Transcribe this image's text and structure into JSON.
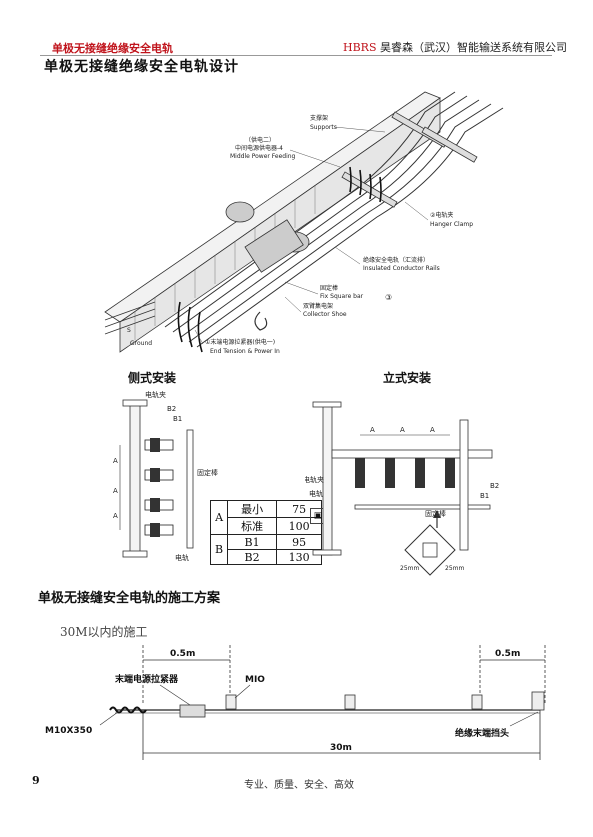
{
  "header": {
    "left": "单极无接缝绝缘安全电轨",
    "brand": "HBRS",
    "company": "昊睿森（武汉）智能输送系统有限公司"
  },
  "page_title": "单极无接缝绝缘安全电轨设计",
  "diagram": {
    "labels": {
      "supports_cn": "支撑架",
      "supports_en": "Supports",
      "mid_feed_cn": "（供电二）",
      "mid_feed_cn2": "中间电源供电器-4",
      "mid_feed_en": "Middle Power Feeding",
      "clamp_cn": "②电轨夹",
      "clamp_en": "Hanger Clamp",
      "rails_cn": "绝缘安全电轨（汇流排）",
      "rails_en": "Insulated Conductor Rails",
      "bar_cn": "固定棒",
      "bar_en": "Fix Square bar",
      "num3": "③",
      "shoe_cn": "双臂集电架",
      "shoe_en": "Collector Shoe",
      "s": "S",
      "ground": "Ground",
      "end_cn": "①末端电源拉紧器(供电一)",
      "end_en": "End Tension & Power In"
    }
  },
  "side_install": {
    "title": "侧式安装",
    "clamp": "电轨夹",
    "b2": "B2",
    "b1": "B1",
    "a": "A",
    "bar": "固定棒",
    "rail": "电轨"
  },
  "spec_table": {
    "rows": [
      {
        "group": "A",
        "name": "最小",
        "value": "75"
      },
      {
        "group": "",
        "name": "标准",
        "value": "100"
      },
      {
        "group": "B",
        "name": "B1",
        "value": "95"
      },
      {
        "group": "",
        "name": "B2",
        "value": "130"
      }
    ]
  },
  "vertical_install": {
    "title": "立式安装",
    "a": "A",
    "clamp": "电轨夹",
    "rail": "电轨",
    "b1": "B1",
    "b2": "B2",
    "bar": "固定棒",
    "dim1": "25mm",
    "dim2": "25mm"
  },
  "section2_title": "单极无接缝安全电轨的施工方案",
  "construction": {
    "note": "30M以内的施工",
    "left_gap": "0.5m",
    "right_gap": "0.5m",
    "tensioner": "末端电源拉紧器",
    "mio": "MIO",
    "bolt": "M10X350",
    "end_cap": "绝缘末端挡头",
    "length": "30m"
  },
  "page_number": "9",
  "footer": "专业、质量、安全、高效"
}
